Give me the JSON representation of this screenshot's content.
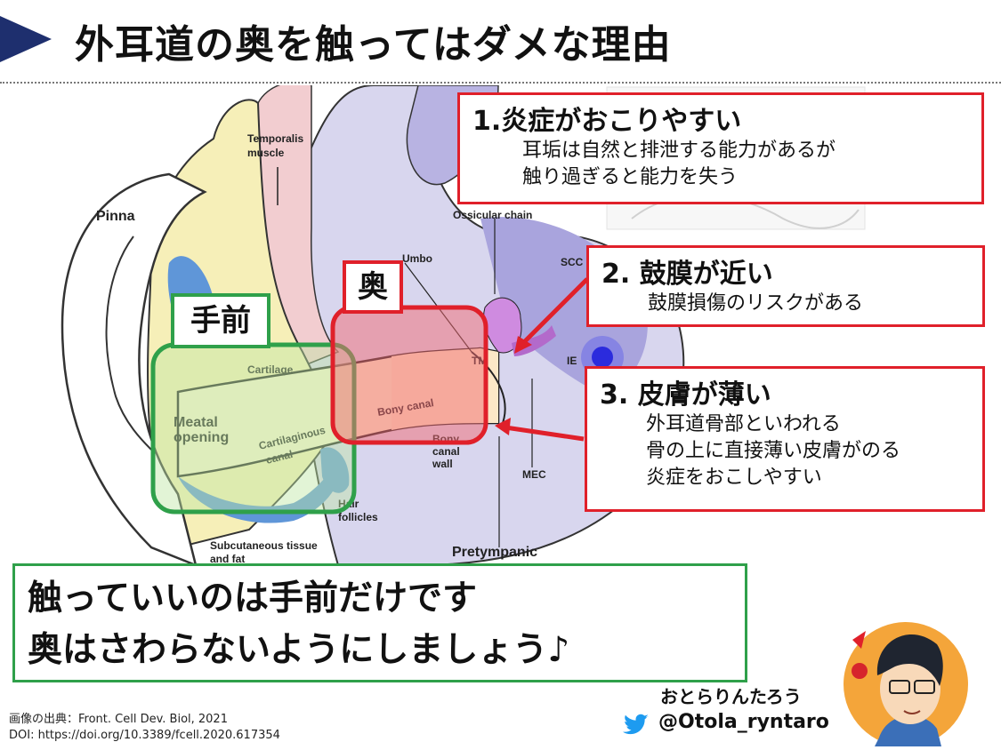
{
  "title": "外耳道の奥を触ってはダメな理由",
  "diagram_labels": {
    "temporalis": "Temporalis muscle",
    "pinna": "Pinna",
    "umbo": "Umbo",
    "ossicular_chain": "Ossicular chain",
    "scc": "SCC",
    "tm": "TM",
    "ie": "IE",
    "cartilage": "Cartilage",
    "meatal_opening": "Meatal opening",
    "cartilaginous_canal": "Cartilaginous canal",
    "bony_canal": "Bony canal",
    "bony_canal_wall": "Bony canal wall",
    "hair_follicles": "Hair follicles",
    "mec": "MEC",
    "subcutaneous": "Subcutaneous tissue and fat",
    "pretympanic": "Pretympanic recess"
  },
  "tags": {
    "front": "手前",
    "back": "奥"
  },
  "callouts": [
    {
      "head": "1.炎症がおこりやすい",
      "lines": [
        "耳垢は自然と排泄する能力があるが",
        "触り過ぎると能力を失う"
      ]
    },
    {
      "head": "2. 鼓膜が近い",
      "lines": [
        "鼓膜損傷のリスクがある"
      ]
    },
    {
      "head": "3. 皮膚が薄い",
      "lines": [
        "外耳道骨部といわれる",
        "骨の上に直接薄い皮膚がのる",
        "炎症をおこしやすい"
      ]
    }
  ],
  "conclusion": [
    "触っていいのは手前だけです",
    "奥はさわらないようにしましょう♪"
  ],
  "credit": {
    "source": "画像の出典：Front. Cell Dev. Biol, 2021",
    "doi": "DOI: https://doi.org/10.3389/fcell.2020.617354"
  },
  "author": {
    "name": "おとらりんたろう",
    "handle": "@Otola_ryntaro"
  },
  "colors": {
    "accent_red": "#e0202a",
    "accent_green": "#2fa04a",
    "title_arrow": "#1e2f6e",
    "twitter": "#1d9bf0"
  },
  "icons": [
    "play-triangle-icon",
    "twitter-bird-icon"
  ]
}
